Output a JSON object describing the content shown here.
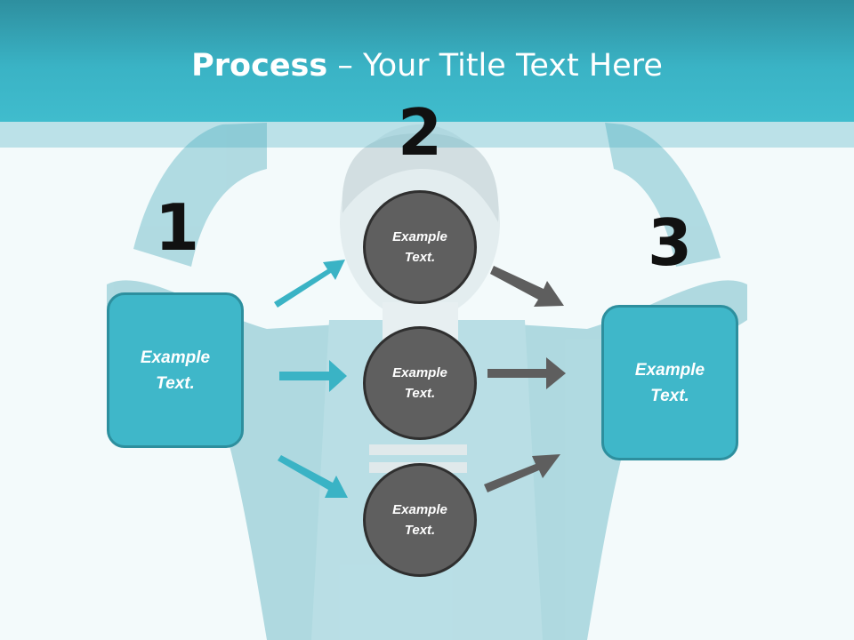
{
  "title": {
    "bold": "Process",
    "rest": " – Your Title Text Here"
  },
  "steps": [
    {
      "number": "1",
      "label": "Example Text."
    },
    {
      "number": "2",
      "items": [
        "Example Text.",
        "Example Text.",
        "Example Text."
      ]
    },
    {
      "number": "3",
      "label": "Example Text."
    }
  ],
  "colors": {
    "accent": "#3fb7c9",
    "accent_dark": "#2d8f9e",
    "circle": "#5f5f5f",
    "arrow_grey": "#5e5e5e"
  }
}
